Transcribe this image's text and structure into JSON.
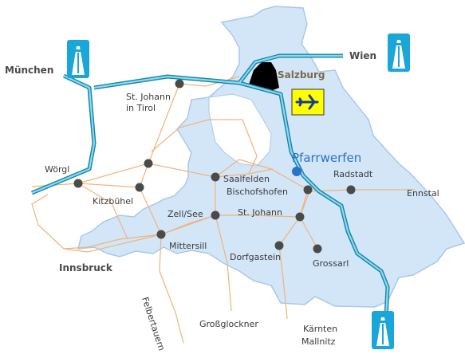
{
  "map": {
    "cities": {
      "muenchen": "München",
      "wien": "Wien",
      "salzburg": "Salzburg",
      "st_johann_tirol_1": "St. Johann",
      "st_johann_tirol_2": "in Tirol",
      "woergl": "Wörgl",
      "kitzbuehel": "Kitzbühel",
      "saalfelden": "Saalfelden",
      "bischofshofen": "Bischofshofen",
      "pfarrwerfen": "Pfarrwerfen",
      "radstadt": "Radstadt",
      "ennstal": "Ennstal",
      "zell_see": "Zell/See",
      "st_johann": "St. Johann",
      "mittersill": "Mittersill",
      "innsbruck": "Innsbruck",
      "dorfgastein": "Dorfgastein",
      "grossarl": "Grossarl",
      "felbertauern": "Felbertauern",
      "grossglockner": "Großglockner",
      "kaernten": "Kärnten",
      "mallnitz": "Mallnitz"
    },
    "colors": {
      "region_fill": "#d3e6f8",
      "region_stroke": "#a9c8e6",
      "highway": "#1f7fa6",
      "highway_inner": "#7fe0f4",
      "road": "#f2b27a",
      "airport_bg": "#ffff00",
      "motorway_sign": "#1aa6d8",
      "pfarrwerfen": "#2a72c8"
    },
    "icons": [
      "motorway-sign-icon",
      "airport-icon",
      "city-dot-icon"
    ]
  }
}
